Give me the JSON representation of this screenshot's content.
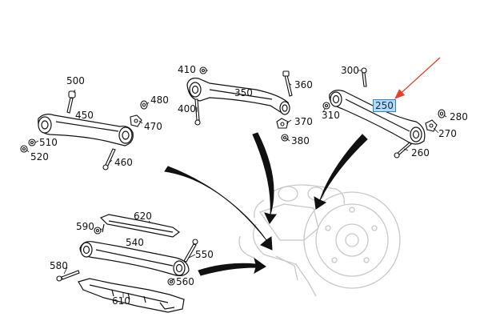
{
  "callouts": {
    "c250": "250",
    "c260": "260",
    "c270": "270",
    "c280": "280",
    "c300": "300",
    "c310": "310",
    "c350": "350",
    "c360": "360",
    "c370": "370",
    "c380": "380",
    "c400": "400",
    "c410": "410",
    "c450": "450",
    "c460": "460",
    "c470": "470",
    "c480": "480",
    "c500": "500",
    "c510": "510",
    "c520": "520",
    "c540": "540",
    "c550": "550",
    "c560": "560",
    "c580": "580",
    "c590": "590",
    "c610": "610",
    "c620": "620"
  },
  "highlight": {
    "part": "250",
    "fill": "#b5d9f3",
    "border": "#2c86c9",
    "arrow_color": "#e8402a"
  },
  "colors": {
    "line": "#111111",
    "ghost": "#c8c8c8"
  }
}
